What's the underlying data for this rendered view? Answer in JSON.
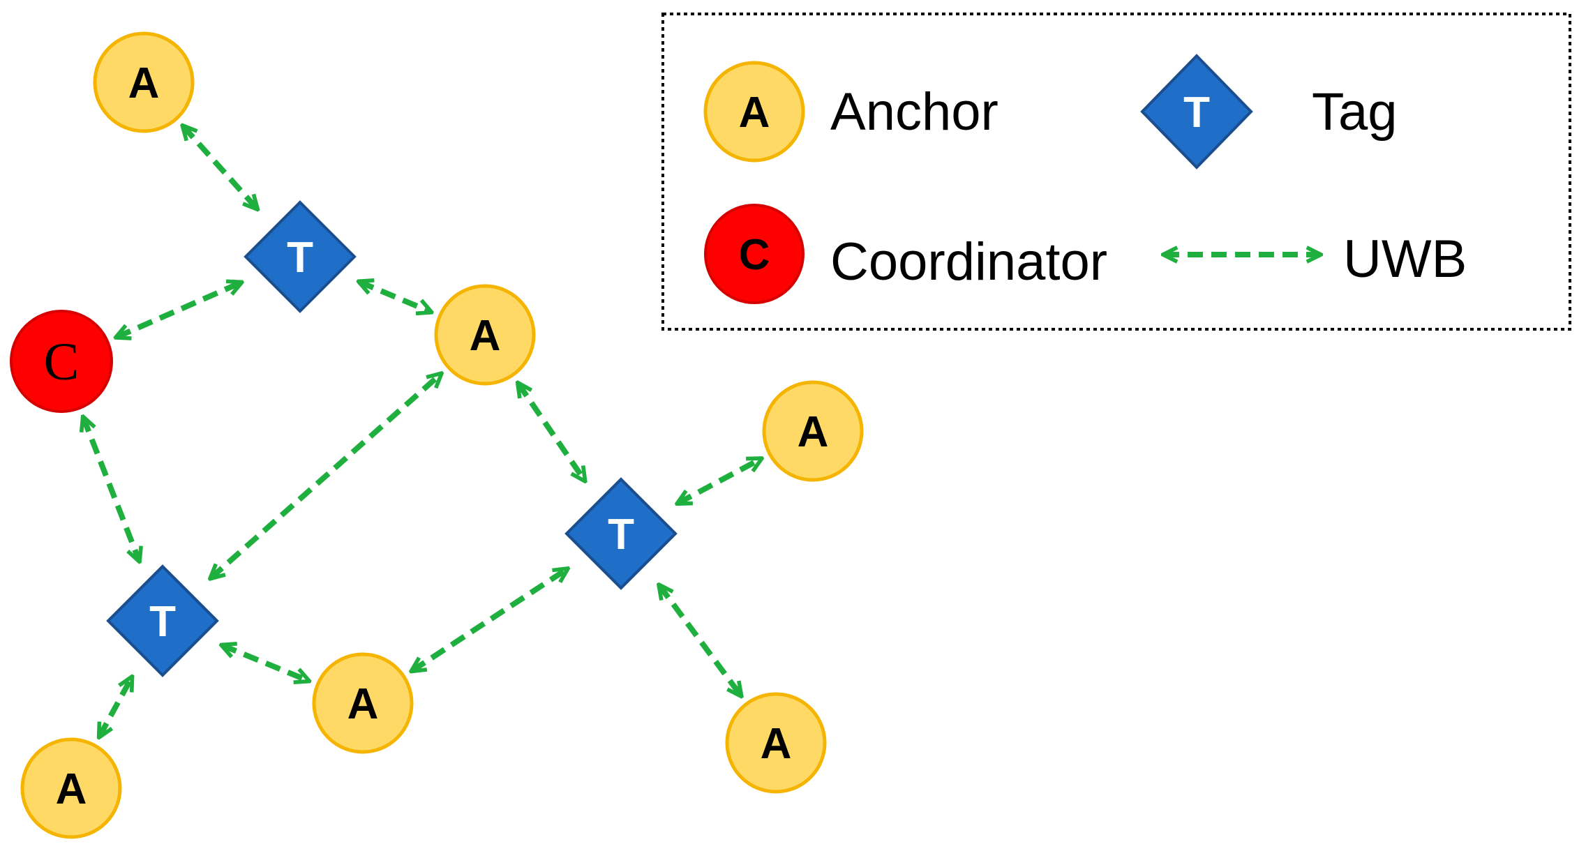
{
  "colors": {
    "anchor_fill": "#ffd966",
    "anchor_stroke": "#f4b400",
    "tag_fill": "#1f6fc8",
    "tag_stroke": "#1a4e8e",
    "coordinator_fill": "#ff0000",
    "coordinator_stroke": "#d60000",
    "uwb_link": "#1faf3f",
    "legend_border": "#000000"
  },
  "node_labels": {
    "anchor": "A",
    "tag": "T",
    "coordinator": "C"
  },
  "legend": {
    "anchor_symbol": "A",
    "anchor_label": "Anchor",
    "tag_symbol": "T",
    "tag_label": "Tag",
    "coordinator_symbol": "C",
    "coordinator_label": "Coordinator",
    "uwb_label": "UWB"
  },
  "nodes": [
    {
      "id": "a1",
      "type": "anchor"
    },
    {
      "id": "t1",
      "type": "tag"
    },
    {
      "id": "c1",
      "type": "coordinator"
    },
    {
      "id": "a2",
      "type": "anchor"
    },
    {
      "id": "a3",
      "type": "anchor"
    },
    {
      "id": "t2",
      "type": "tag"
    },
    {
      "id": "t3",
      "type": "tag"
    },
    {
      "id": "a4",
      "type": "anchor"
    },
    {
      "id": "a5",
      "type": "anchor"
    },
    {
      "id": "a6",
      "type": "anchor"
    }
  ],
  "links": [
    {
      "from": "a1",
      "to": "t1",
      "kind": "uwb"
    },
    {
      "from": "c1",
      "to": "t1",
      "kind": "uwb"
    },
    {
      "from": "t1",
      "to": "a2",
      "kind": "uwb"
    },
    {
      "from": "c1",
      "to": "t3",
      "kind": "uwb"
    },
    {
      "from": "t3",
      "to": "a2",
      "kind": "uwb"
    },
    {
      "from": "a2",
      "to": "t2",
      "kind": "uwb"
    },
    {
      "from": "t2",
      "to": "a3",
      "kind": "uwb"
    },
    {
      "from": "t3",
      "to": "a5",
      "kind": "uwb"
    },
    {
      "from": "a5",
      "to": "t2",
      "kind": "uwb"
    },
    {
      "from": "t2",
      "to": "a6",
      "kind": "uwb"
    },
    {
      "from": "a4",
      "to": "t3",
      "kind": "uwb"
    }
  ]
}
